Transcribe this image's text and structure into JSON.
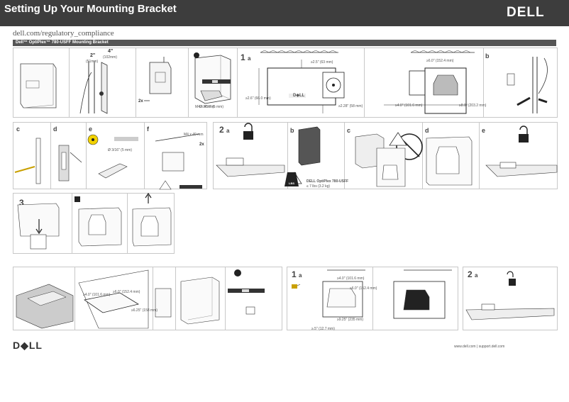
{
  "header": {
    "title": "Setting Up Your Mounting Bracket",
    "logo": "DELL"
  },
  "url": "dell.com/regulatory_compliance",
  "section_bar": "Dell™ OptiPlex™ 780-USFF Mounting Bracket",
  "row1": {
    "dim_2in": "2\"",
    "dim_51mm": "(51mm)",
    "dim_4in": "4\"",
    "dim_102mm": "(102mm)",
    "screw_count": "2x",
    "screw_size": "M4 x 40 mm",
    "drill_bit": "Ø 3/16\" (5 mm)",
    "step": "1",
    "step_sub": "a",
    "dim_a1": "≥2.5\" (63 mm)",
    "dim_a2": "≥2.6\" (66.0 mm)",
    "dim_a3": "≥2.28\" (58 mm)",
    "dim_a4": "≥4.0\" (101.6 mm)",
    "dim_a5": "≥6.0\" (152.4 mm)",
    "dim_a6": "≥8.0\" (203.2 mm)",
    "sub_b": "b",
    "badge_dell": "D◆LL"
  },
  "row2": {
    "labels": [
      "c",
      "d",
      "e",
      "f"
    ],
    "drill_bit": "Ø 3/16\" (5 mm)",
    "screw_size": "M4 x 40 mm",
    "screw_count": "2x",
    "step": "2",
    "step_sub": "a",
    "sub_labels": [
      "b",
      "c",
      "d",
      "e"
    ],
    "weight_line1": "DELL OptiPlex 780-USFF",
    "weight_line2": "≤ 7 lbs (3.2 kg)",
    "weight_icon": "LBS"
  },
  "row3": {
    "step": "3"
  },
  "row4": {
    "dim_1": "≥4.0\" (101.6 mm)",
    "dim_2": "≥6.0\" (152.4 mm)",
    "dim_3": "≥6.25\" (158 mm)",
    "step1": "1",
    "step1_sub": "a",
    "dim_4": "≥4.0\" (101.6 mm)",
    "dim_5": "≥6.0\" (152.4 mm)",
    "dim_6": "≥9.25\" (235 mm)",
    "dim_7": "≥.5\" (12.7 mm)",
    "step2": "2",
    "step2_sub": "a"
  },
  "footer": {
    "logo": "D◆LL",
    "url": "www.dell.com | support.dell.com"
  }
}
